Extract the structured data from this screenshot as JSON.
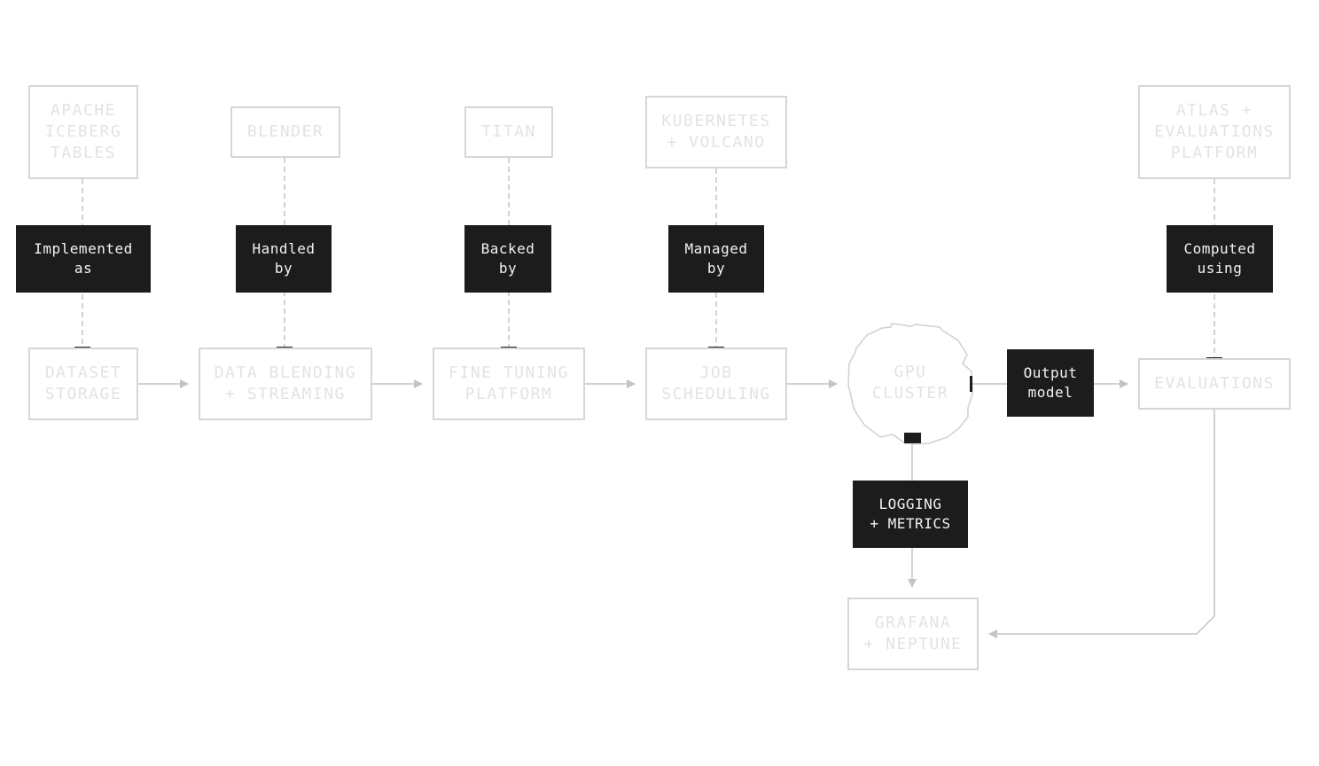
{
  "diagram": {
    "nodes": {
      "apache_iceberg": "APACHE\nICEBERG\nTABLES",
      "blender": "BLENDER",
      "titan": "TITAN",
      "kubernetes_volcano": "KUBERNETES\n+ VOLCANO",
      "atlas_evaluations": "ATLAS +\nEVALUATIONS\nPLATFORM",
      "dataset_storage": "DATASET\nSTORAGE",
      "data_blending": "DATA BLENDING\n+ STREAMING",
      "fine_tuning": "FINE TUNING\nPLATFORM",
      "job_scheduling": "JOB\nSCHEDULING",
      "gpu_cluster": "GPU\nCLUSTER",
      "evaluations": "EVALUATIONS",
      "grafana_neptune": "GRAFANA\n+ NEPTUNE"
    },
    "labels": {
      "implemented_as": "Implemented\nas",
      "handled_by": "Handled\nby",
      "backed_by": "Backed\nby",
      "managed_by": "Managed\nby",
      "computed_using": "Computed\nusing",
      "output_model": "Output\nmodel",
      "logging_metrics": "LOGGING\n+ METRICS"
    },
    "colors": {
      "node_border": "#d6d6d6",
      "node_text": "#e3e3e3",
      "label_fill": "#1c1c1c",
      "label_text": "#f2f2f2",
      "connector": "#c4c4c4"
    }
  }
}
